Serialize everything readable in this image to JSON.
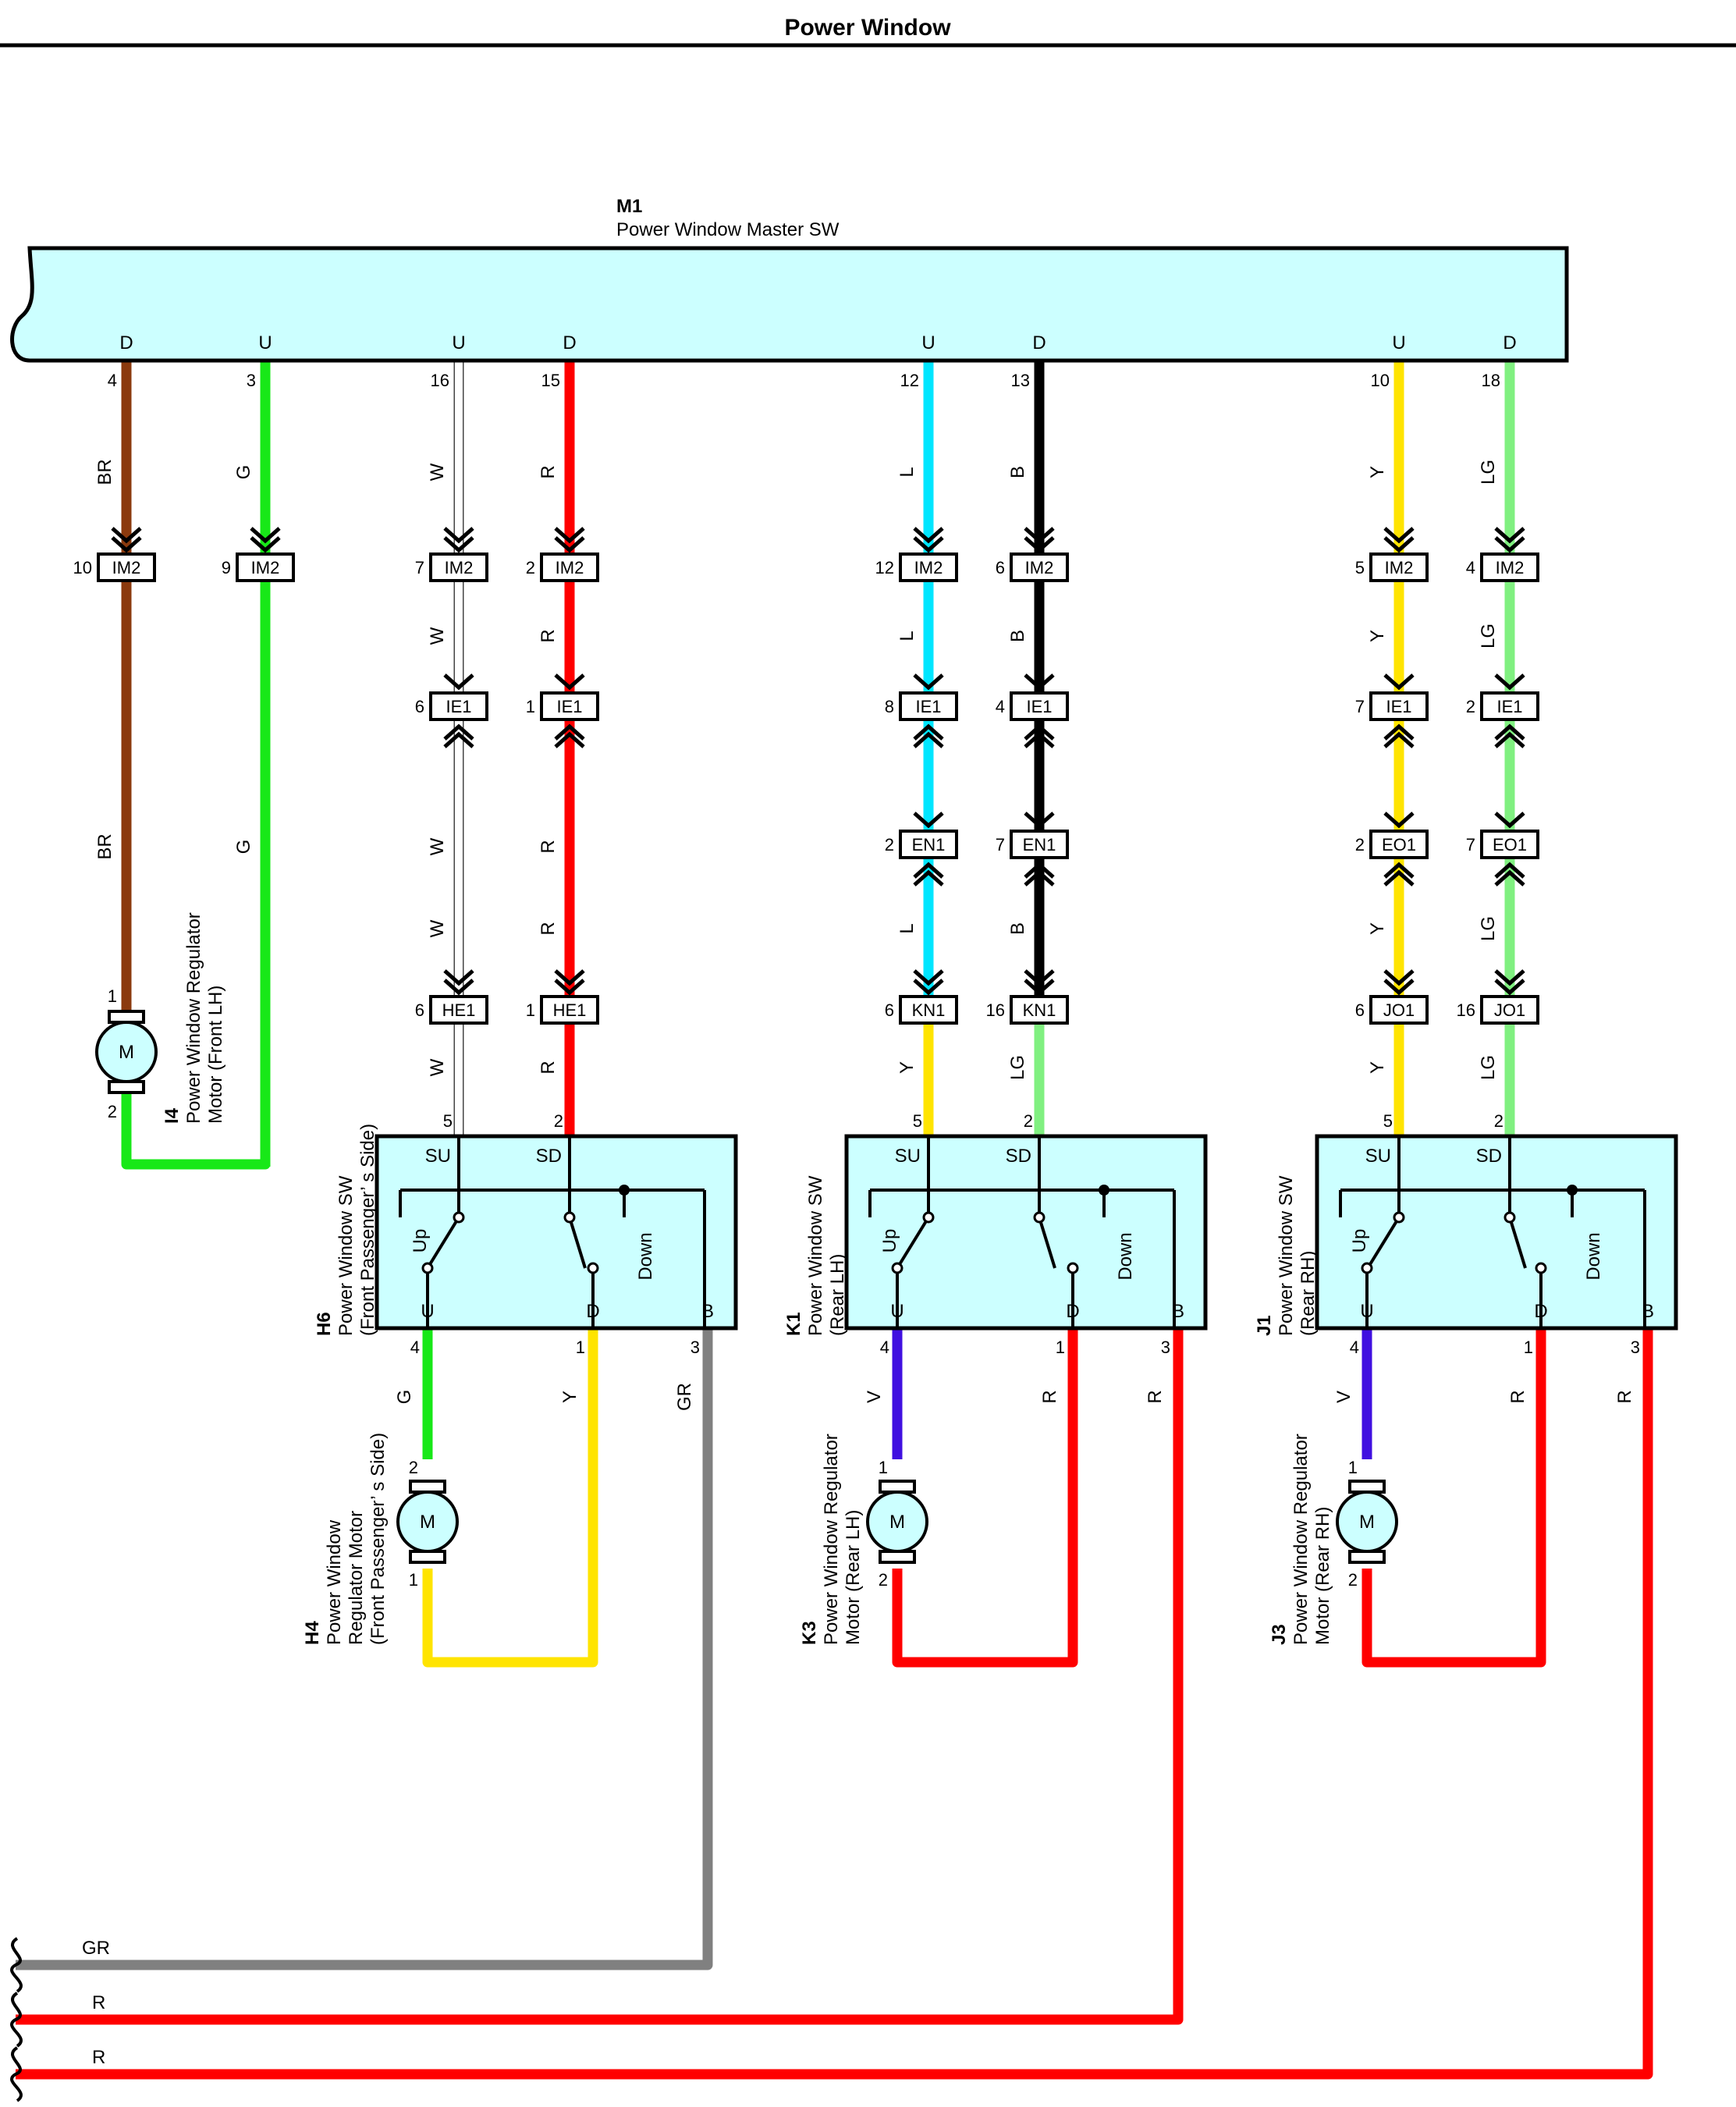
{
  "page": {
    "title": "Power Window"
  },
  "colors": {
    "BR": "#8B3A0E",
    "G": "#18E818",
    "W": "#FFFFFF",
    "R": "#FF0000",
    "L": "#00E6FF",
    "B": "#000000",
    "Y": "#FFE400",
    "LG": "#80F080",
    "V": "#4010E0",
    "GR": "#808080",
    "box": "#CCFFFF"
  },
  "master": {
    "id": "M1",
    "name": "Power Window Master SW",
    "terminals": [
      {
        "dir": "D",
        "pin": "4",
        "wire": "BR"
      },
      {
        "dir": "U",
        "pin": "3",
        "wire": "G"
      },
      {
        "dir": "U",
        "pin": "16",
        "wire": "W"
      },
      {
        "dir": "D",
        "pin": "15",
        "wire": "R"
      },
      {
        "dir": "U",
        "pin": "12",
        "wire": "L"
      },
      {
        "dir": "D",
        "pin": "13",
        "wire": "B"
      },
      {
        "dir": "U",
        "pin": "10",
        "wire": "Y"
      },
      {
        "dir": "D",
        "pin": "18",
        "wire": "LG"
      }
    ]
  },
  "connectors": [
    {
      "wire": 0,
      "name": "IM2",
      "pin": "10"
    },
    {
      "wire": 1,
      "name": "IM2",
      "pin": "9"
    },
    {
      "wire": 2,
      "name": "IM2",
      "pin": "7"
    },
    {
      "wire": 3,
      "name": "IM2",
      "pin": "2"
    },
    {
      "wire": 4,
      "name": "IM2",
      "pin": "12"
    },
    {
      "wire": 5,
      "name": "IM2",
      "pin": "6"
    },
    {
      "wire": 6,
      "name": "IM2",
      "pin": "5"
    },
    {
      "wire": 7,
      "name": "IM2",
      "pin": "4"
    },
    {
      "wire": 2,
      "name": "IE1",
      "pin": "6"
    },
    {
      "wire": 3,
      "name": "IE1",
      "pin": "1"
    },
    {
      "wire": 4,
      "name": "IE1",
      "pin": "8"
    },
    {
      "wire": 5,
      "name": "IE1",
      "pin": "4"
    },
    {
      "wire": 6,
      "name": "IE1",
      "pin": "7"
    },
    {
      "wire": 7,
      "name": "IE1",
      "pin": "2"
    },
    {
      "wire": 4,
      "name": "EN1",
      "pin": "2"
    },
    {
      "wire": 5,
      "name": "EN1",
      "pin": "7"
    },
    {
      "wire": 6,
      "name": "EO1",
      "pin": "2"
    },
    {
      "wire": 7,
      "name": "EO1",
      "pin": "7"
    },
    {
      "wire": 2,
      "name": "HE1",
      "pin": "6"
    },
    {
      "wire": 3,
      "name": "HE1",
      "pin": "1"
    },
    {
      "wire": 4,
      "name": "KN1",
      "pin": "6"
    },
    {
      "wire": 5,
      "name": "KN1",
      "pin": "16"
    },
    {
      "wire": 6,
      "name": "JO1",
      "pin": "6"
    },
    {
      "wire": 7,
      "name": "JO1",
      "pin": "16"
    }
  ],
  "wire_labels": {
    "seg1": [
      "BR",
      "G",
      "W",
      "R",
      "L",
      "B",
      "Y",
      "LG"
    ],
    "seg2": [
      "",
      "",
      "W",
      "R",
      "L",
      "B",
      "Y",
      "LG"
    ],
    "seg3": [
      "BR",
      "G",
      "W",
      "R",
      "L",
      "B",
      "Y",
      "LG"
    ],
    "seg4": [
      "",
      "",
      "W",
      "R",
      "L",
      "B",
      "Y",
      "LG"
    ],
    "seg5": [
      "",
      "",
      "W",
      "R",
      "Y",
      "LG",
      "Y",
      "LG"
    ]
  },
  "motor_front_lh": {
    "id": "I4",
    "line1": "Power Window Regulator",
    "line2": "Motor (Front LH)",
    "pin_top": "1",
    "pin_bottom": "2",
    "symbol": "M"
  },
  "switches": [
    {
      "id": "H6",
      "line1": "Power Window SW",
      "line2": "(Front Passenger’ s Side)",
      "in_su": "5",
      "in_sd": "2",
      "su": "SU",
      "sd": "SD",
      "up": "Up",
      "down": "Down",
      "u": "U",
      "d": "D",
      "b": "B",
      "out_u": "4",
      "out_d": "1",
      "out_b": "3",
      "wire_u": "G",
      "wire_d": "Y",
      "wire_b": "GR"
    },
    {
      "id": "K1",
      "line1": "Power Window SW",
      "line2": "(Rear LH)",
      "in_su": "5",
      "in_sd": "2",
      "su": "SU",
      "sd": "SD",
      "up": "Up",
      "down": "Down",
      "u": "U",
      "d": "D",
      "b": "B",
      "out_u": "4",
      "out_d": "1",
      "out_b": "3",
      "wire_u": "V",
      "wire_d": "R",
      "wire_b": "R"
    },
    {
      "id": "J1",
      "line1": "Power Window SW",
      "line2": "(Rear RH)",
      "in_su": "5",
      "in_sd": "2",
      "su": "SU",
      "sd": "SD",
      "up": "Up",
      "down": "Down",
      "u": "U",
      "d": "D",
      "b": "B",
      "out_u": "4",
      "out_d": "1",
      "out_b": "3",
      "wire_u": "V",
      "wire_d": "R",
      "wire_b": "R"
    }
  ],
  "motors": [
    {
      "id": "H4",
      "line1": "Power Window",
      "line2": "Regulator Motor",
      "line3": "(Front Passenger’ s Side)",
      "pin_top": "2",
      "pin_bottom": "1",
      "symbol": "M"
    },
    {
      "id": "K3",
      "line1": "Power Window Regulator",
      "line2": "Motor (Rear LH)",
      "line3": "",
      "pin_top": "1",
      "pin_bottom": "2",
      "symbol": "M"
    },
    {
      "id": "J3",
      "line1": "Power Window Regulator",
      "line2": "Motor (Rear RH)",
      "line3": "",
      "pin_top": "1",
      "pin_bottom": "2",
      "symbol": "M"
    }
  ],
  "bottom_wires": [
    "GR",
    "R",
    "R"
  ]
}
